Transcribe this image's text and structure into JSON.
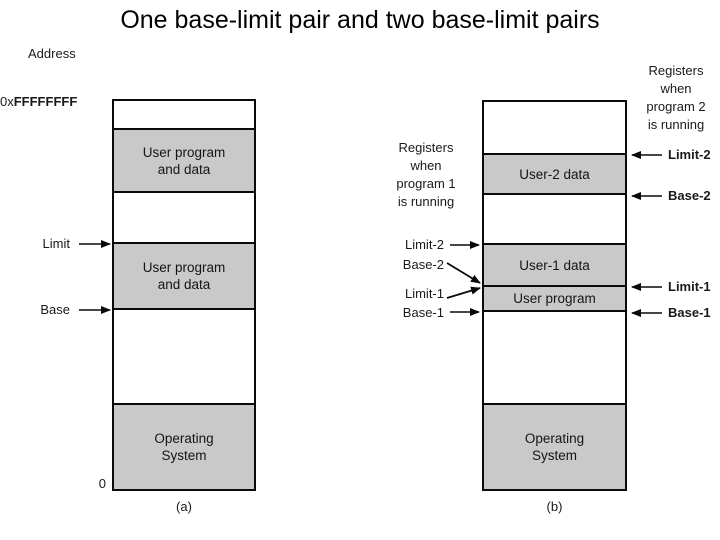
{
  "title": "One base-limit pair and two base-limit pairs",
  "address_label": "Address",
  "colors": {
    "section_gray": "#c9c9c9",
    "line_black": "#000000"
  },
  "diagram_a": {
    "caption": "(a)",
    "top_address": {
      "prefix": "0x",
      "value": "FFFFFFFF"
    },
    "bottom_address": "0",
    "pointer_labels": {
      "limit": "Limit",
      "base": "Base"
    },
    "sections": [
      {
        "fill": "white",
        "line1": "",
        "line2": ""
      },
      {
        "fill": "gray",
        "line1": "User program",
        "line2": "and data"
      },
      {
        "fill": "white",
        "line1": "",
        "line2": ""
      },
      {
        "fill": "gray",
        "line1": "User program",
        "line2": "and data"
      },
      {
        "fill": "white",
        "line1": "",
        "line2": ""
      },
      {
        "fill": "gray",
        "line1": "Operating",
        "line2": "System"
      }
    ]
  },
  "diagram_b": {
    "caption": "(b)",
    "left_caption": [
      "Registers",
      "when",
      "program 1",
      "is running"
    ],
    "right_caption": [
      "Registers",
      "when",
      "program 2",
      "is running"
    ],
    "left_labels": {
      "limit2": "Limit-2",
      "base2": "Base-2",
      "limit1": "Limit-1",
      "base1": "Base-1"
    },
    "right_labels": {
      "limit2": "Limit-2",
      "base2": "Base-2",
      "limit1": "Limit-1",
      "base1": "Base-1"
    },
    "sections": [
      {
        "fill": "white",
        "line1": "",
        "line2": ""
      },
      {
        "fill": "gray",
        "line1": "User-2 data",
        "line2": ""
      },
      {
        "fill": "white",
        "line1": "",
        "line2": ""
      },
      {
        "fill": "gray",
        "line1": "User-1 data",
        "line2": ""
      },
      {
        "fill": "gray",
        "line1": "User program",
        "line2": ""
      },
      {
        "fill": "white",
        "line1": "",
        "line2": ""
      },
      {
        "fill": "gray",
        "line1": "Operating",
        "line2": "System"
      }
    ]
  }
}
